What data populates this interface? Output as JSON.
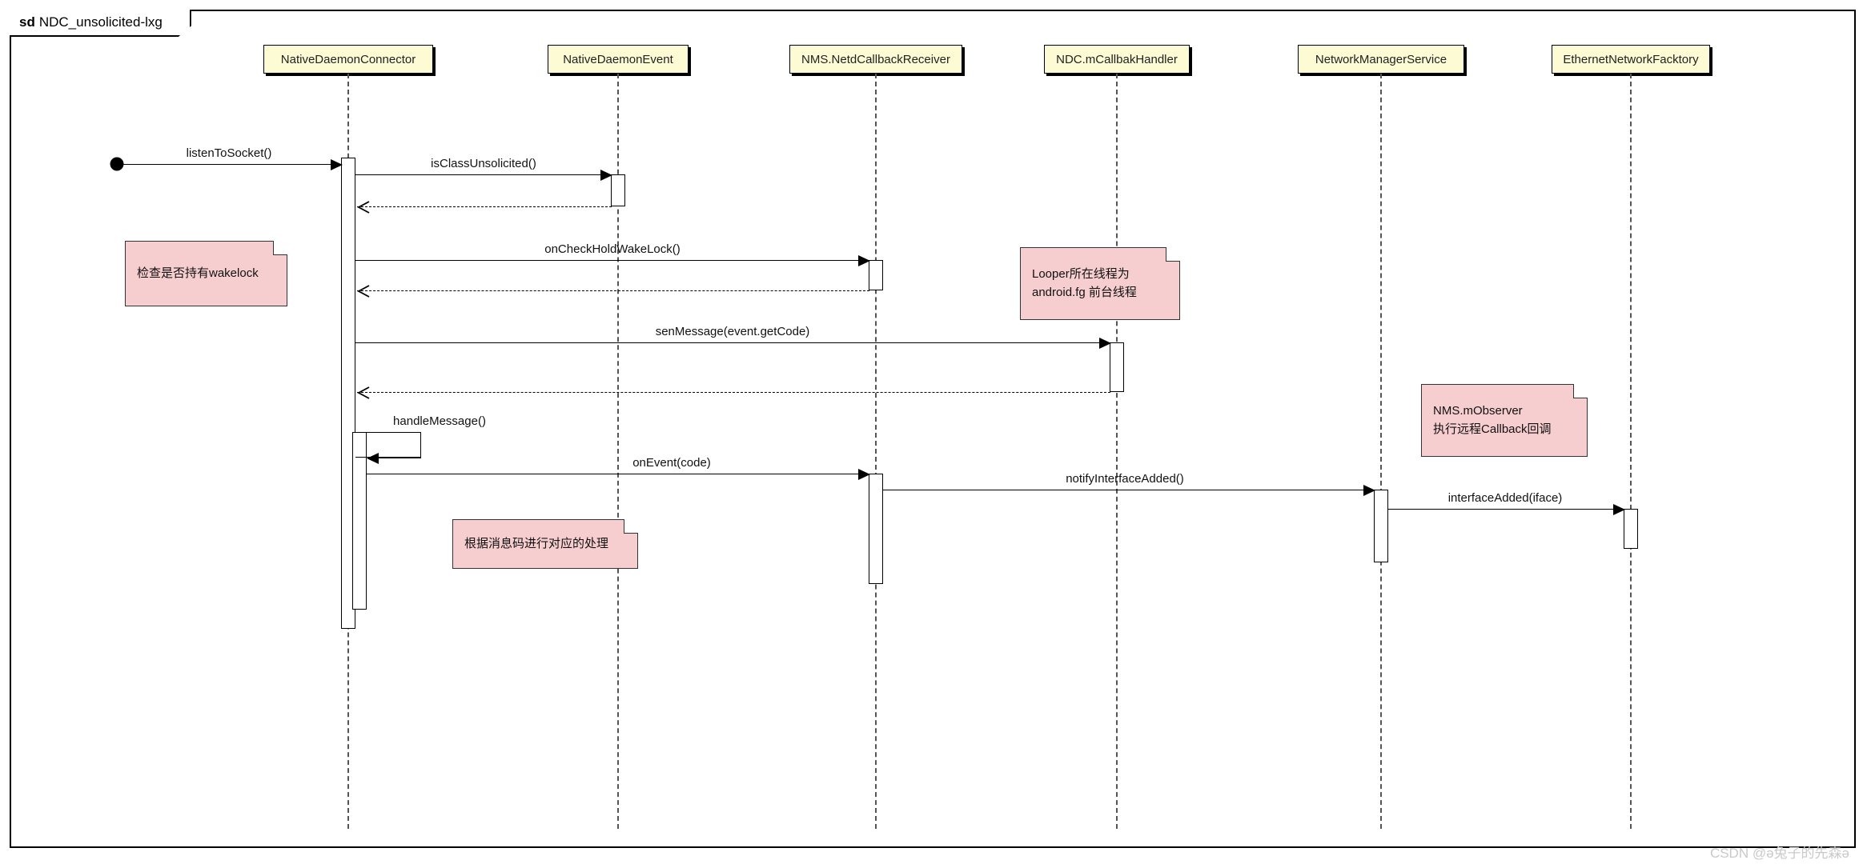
{
  "diagram": {
    "kind_keyword": "sd",
    "title": "NDC_unsolicited-lxg",
    "watermark": "CSDN @ə兔子的先森ə",
    "colors": {
      "lifeline_header_fill": "#fdfbd4",
      "note_fill": "#f7ced0",
      "line": "#000000",
      "lifeline_dash": "#555555",
      "watermark": "#c9c9c9"
    }
  },
  "lifelines": [
    {
      "id": "ndc",
      "label": "NativeDaemonConnector"
    },
    {
      "id": "nde",
      "label": "NativeDaemonEvent"
    },
    {
      "id": "nmsr",
      "label": "NMS.NetdCallbackReceiver"
    },
    {
      "id": "mch",
      "label": "NDC.mCallbakHandler"
    },
    {
      "id": "nms",
      "label": "NetworkManagerService"
    },
    {
      "id": "enf",
      "label": "EthernetNetworkFacktory"
    }
  ],
  "messages": [
    {
      "id": "m1",
      "label": "listenToSocket()",
      "from": "start",
      "to": "ndc",
      "style": "solid",
      "direction": "right"
    },
    {
      "id": "m2",
      "label": "isClassUnsolicited()",
      "from": "ndc",
      "to": "nde",
      "style": "solid",
      "direction": "right"
    },
    {
      "id": "m3",
      "label": "",
      "from": "nde",
      "to": "ndc",
      "style": "dashed",
      "direction": "left"
    },
    {
      "id": "m4",
      "label": "onCheckHoldWakeLock()",
      "from": "ndc",
      "to": "nmsr",
      "style": "solid",
      "direction": "right"
    },
    {
      "id": "m5",
      "label": "",
      "from": "nmsr",
      "to": "ndc",
      "style": "dashed",
      "direction": "left"
    },
    {
      "id": "m6",
      "label": "senMessage(event.getCode)",
      "from": "ndc",
      "to": "mch",
      "style": "solid",
      "direction": "right"
    },
    {
      "id": "m7",
      "label": "",
      "from": "mch",
      "to": "ndc",
      "style": "dashed",
      "direction": "left"
    },
    {
      "id": "m8",
      "label": "handleMessage()",
      "from": "ndc",
      "to": "ndc",
      "style": "self",
      "direction": "left"
    },
    {
      "id": "m9",
      "label": "onEvent(code)",
      "from": "ndc",
      "to": "nmsr",
      "style": "solid",
      "direction": "right"
    },
    {
      "id": "m10",
      "label": "notifyInterfaceAdded()",
      "from": "nmsr",
      "to": "nms",
      "style": "solid",
      "direction": "right"
    },
    {
      "id": "m11",
      "label": "interfaceAdded(iface)",
      "from": "nms",
      "to": "enf",
      "style": "solid",
      "direction": "right"
    }
  ],
  "notes": [
    {
      "id": "n1",
      "text": "检查是否持有wakelock"
    },
    {
      "id": "n2",
      "text": "Looper所在线程为\nandroid.fg 前台线程"
    },
    {
      "id": "n3",
      "text": "NMS.mObserver\n执行远程Callback回调"
    },
    {
      "id": "n4",
      "text": "根据消息码进行对应的处理"
    }
  ]
}
